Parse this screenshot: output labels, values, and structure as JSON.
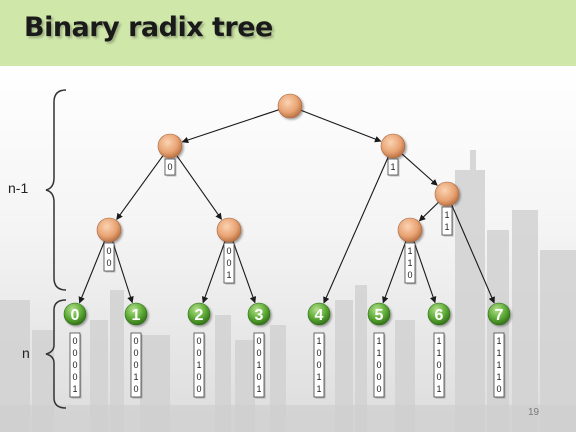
{
  "title": "Binary radix tree",
  "labels": {
    "upper_levels": "n-1",
    "leaf_level": "n"
  },
  "page_number": "19",
  "colors": {
    "title_bar": "#cfe7a9",
    "internal_node": "#e8a373",
    "leaf_node": "#5dab36",
    "edge": "#1a1a1a"
  },
  "internal_nodes": [
    {
      "id": "root",
      "prefix": ""
    },
    {
      "id": "n0",
      "prefix": "0"
    },
    {
      "id": "n1",
      "prefix": "1"
    },
    {
      "id": "n00",
      "prefix": "00"
    },
    {
      "id": "n001",
      "prefix": "001"
    },
    {
      "id": "n11",
      "prefix": "11"
    },
    {
      "id": "n110",
      "prefix": "110"
    }
  ],
  "leaves": [
    {
      "label": "0",
      "code": "00001"
    },
    {
      "label": "1",
      "code": "00010"
    },
    {
      "label": "2",
      "code": "00100"
    },
    {
      "label": "3",
      "code": "00101"
    },
    {
      "label": "4",
      "code": "10011"
    },
    {
      "label": "5",
      "code": "11000"
    },
    {
      "label": "6",
      "code": "11001"
    },
    {
      "label": "7",
      "code": "11110"
    }
  ],
  "edges": [
    [
      "root",
      "n0"
    ],
    [
      "root",
      "n1"
    ],
    [
      "n0",
      "n00"
    ],
    [
      "n0",
      "n001"
    ],
    [
      "n1",
      "leaf-4"
    ],
    [
      "n1",
      "n11"
    ],
    [
      "n00",
      "leaf-0"
    ],
    [
      "n00",
      "leaf-1"
    ],
    [
      "n001",
      "leaf-2"
    ],
    [
      "n001",
      "leaf-3"
    ],
    [
      "n11",
      "n110"
    ],
    [
      "n11",
      "leaf-7"
    ],
    [
      "n110",
      "leaf-5"
    ],
    [
      "n110",
      "leaf-6"
    ]
  ]
}
